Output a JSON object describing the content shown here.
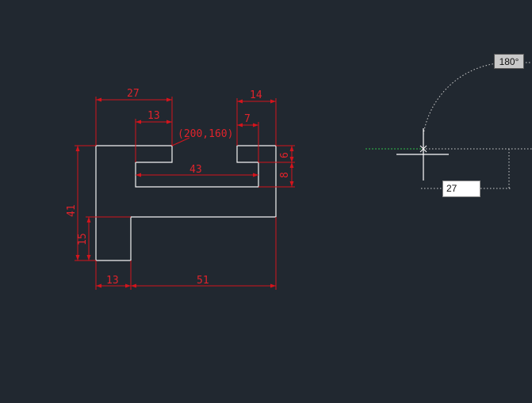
{
  "drawing": {
    "dimensions": {
      "top_width": "27",
      "slot_width": "13",
      "right_width": "14",
      "notch_width": "7",
      "coord_label": "(200,160)",
      "inner_length": "43",
      "right_height_top": "6",
      "right_height_bottom": "8",
      "total_height": "41",
      "foot_height": "15",
      "foot_width": "13",
      "base_length": "51"
    },
    "colors": {
      "background": "#212830",
      "outline": "#f2f2f2",
      "dimension": "#d4141c",
      "tracking": "#2fbf4a"
    }
  },
  "cursor": {
    "angle_readout": "180°",
    "length_input": "27"
  }
}
